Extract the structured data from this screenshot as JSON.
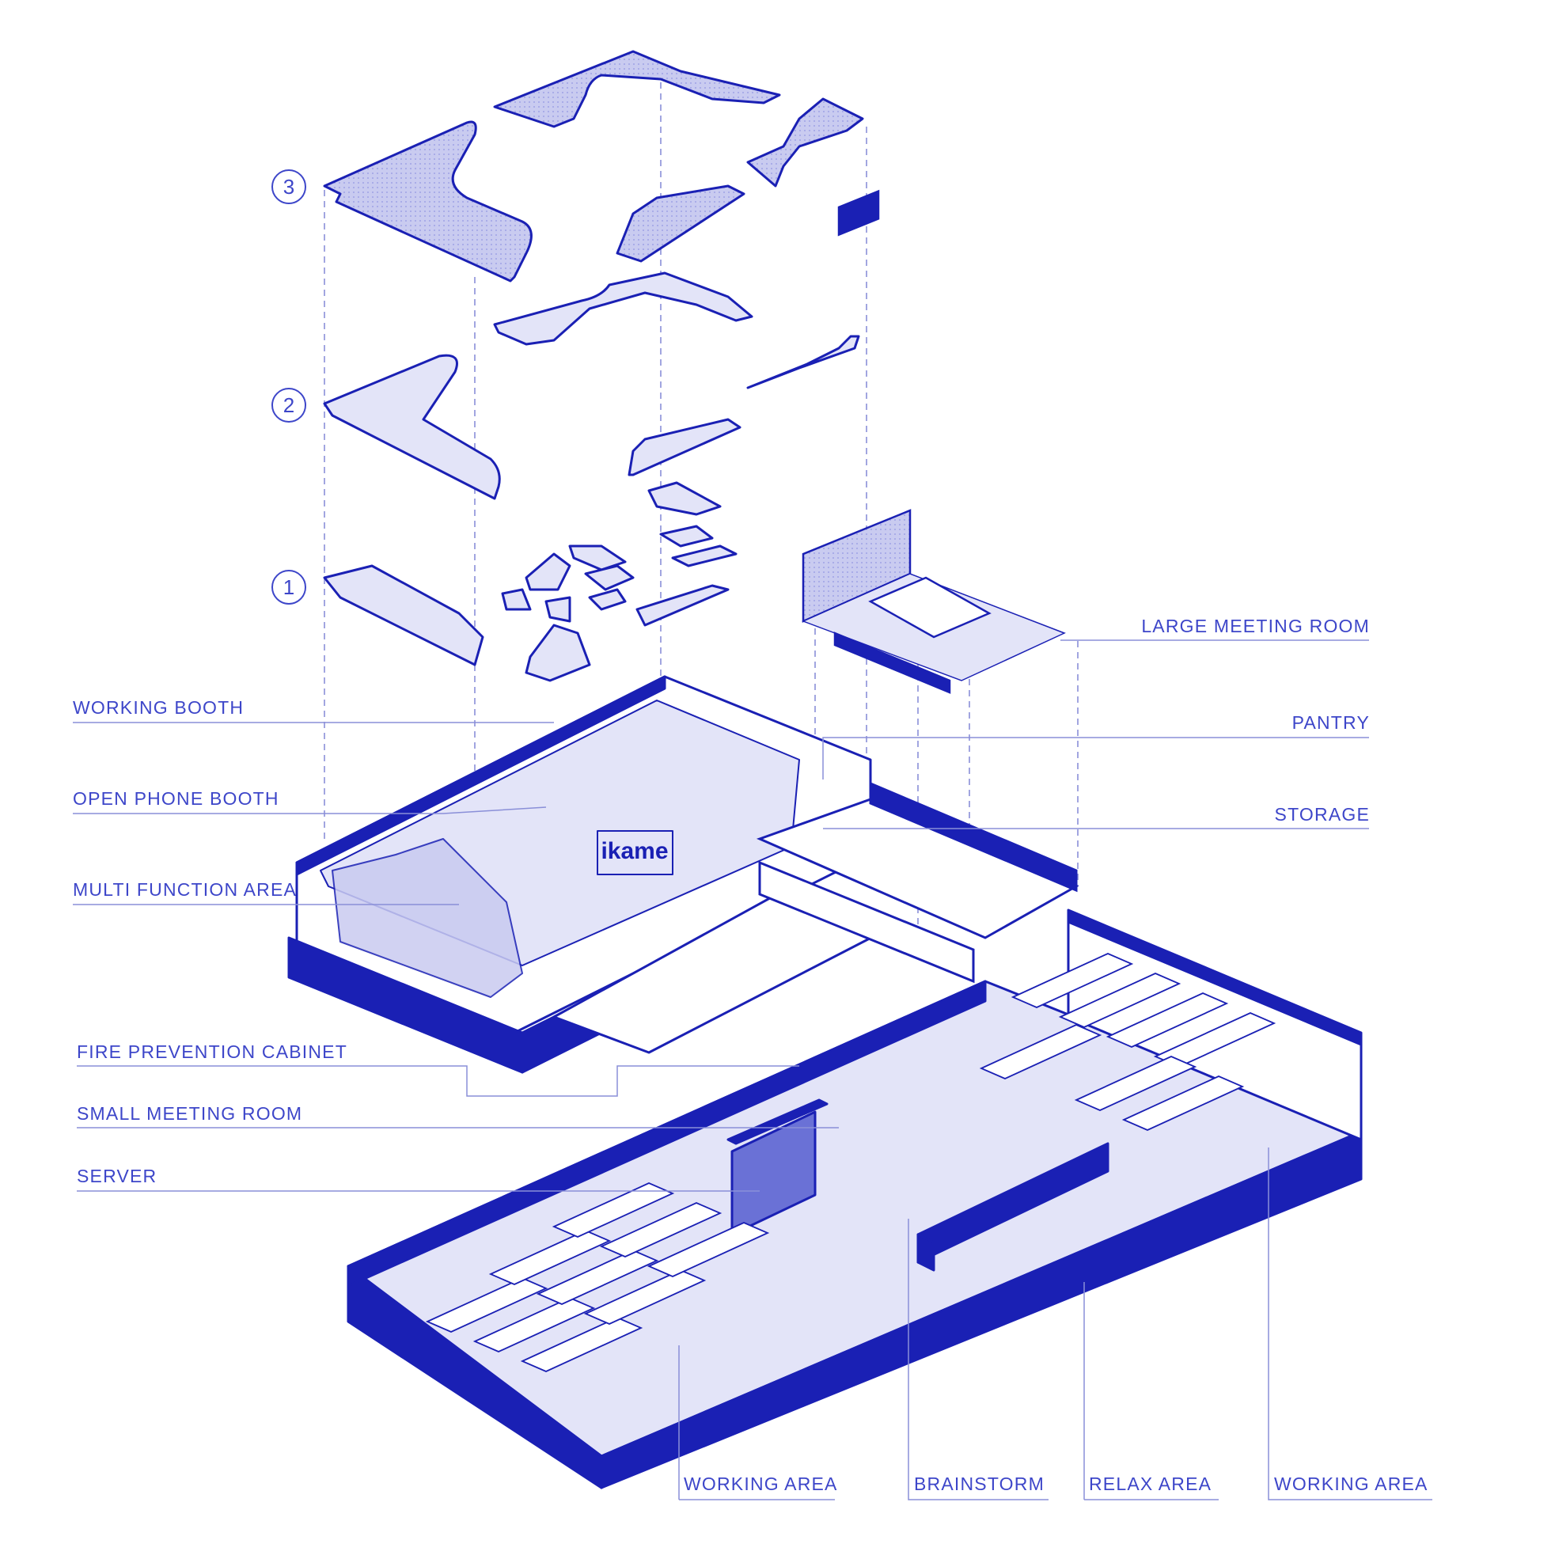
{
  "colors": {
    "ink": "#1a20b4",
    "accent": "#3d46c9",
    "fill": "#c9cbf0",
    "light": "#e3e4f8",
    "guide": "#8a8fd8"
  },
  "layers": {
    "top": "3",
    "middle": "2",
    "bottom": "1"
  },
  "logo_text": "ikame",
  "labels": {
    "working_booth": "WORKING BOOTH",
    "open_phone_booth": "OPEN PHONE BOOTH",
    "multi_function_area": "MULTI FUNCTION AREA",
    "fire_prevention_cabinet": "FIRE PREVENTION CABINET",
    "small_meeting_room": "SMALL MEETING ROOM",
    "server": "SERVER",
    "large_meeting_room": "LARGE MEETING ROOM",
    "pantry": "PANTRY",
    "storage": "STORAGE",
    "working_area_left": "WORKING AREA",
    "brainstorm": "BRAINSTORM",
    "relax_area": "RELAX AREA",
    "working_area_right": "WORKING AREA"
  }
}
